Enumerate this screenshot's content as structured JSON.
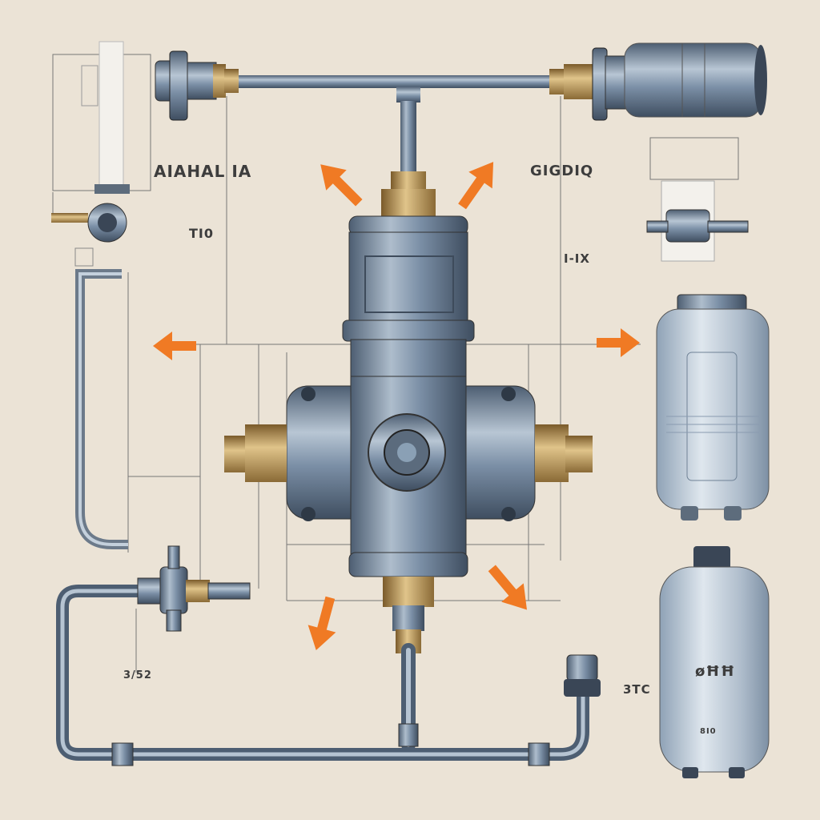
{
  "labels": {
    "top_left": "AIAHAL IA",
    "top_right": "GIGDIQ",
    "left_small": "TI0",
    "right_small": "I-IX",
    "bottom_left": "3/52",
    "bottom_right": "3TC",
    "tank_label": "øĦĦ",
    "tank_small": "8I0"
  },
  "colors": {
    "background": "#ebe3d6",
    "steel": "#7b8fa6",
    "steel_dark": "#4d5e72",
    "brass": "#b08a4c",
    "arrow": "#f07a24",
    "line": "#6f6f6f"
  },
  "icons": [
    "flow-arrow-icon"
  ]
}
